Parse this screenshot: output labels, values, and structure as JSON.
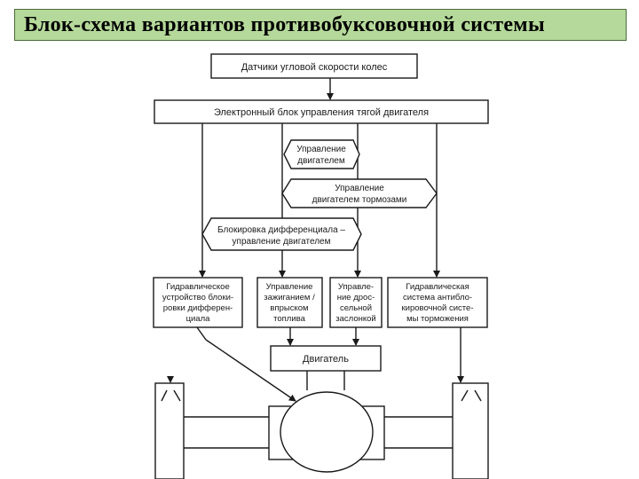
{
  "title": "Блок-схема вариантов противобуксовочной системы",
  "diagram": {
    "sensors": "Датчики угловой скорости колес",
    "ecu": "Электронный блок управления тягой двигателя",
    "engine_control": [
      "Управление",
      "двигателем"
    ],
    "engine_brakes": [
      "Управление",
      "двигателем тормозами"
    ],
    "diff_lock": [
      "Блокировка дифференциала –",
      "управление двигателем"
    ],
    "hydraulic_lock": [
      "Гидравлическое",
      "устройство блоки-",
      "ровки дифферен-",
      "циала"
    ],
    "ignition_injection": [
      "Управление",
      "зажиганием /",
      "впрыском",
      "топлива"
    ],
    "throttle": [
      "Управле-",
      "ние дрос-",
      "сельной",
      "заслонкой"
    ],
    "abs": [
      "Гидравлическая",
      "система антибло-",
      "кировочной систе-",
      "мы торможения"
    ],
    "engine": "Двигатель"
  },
  "colors": {
    "title_bg": "#b5d99a",
    "line": "#1a1a1a"
  }
}
